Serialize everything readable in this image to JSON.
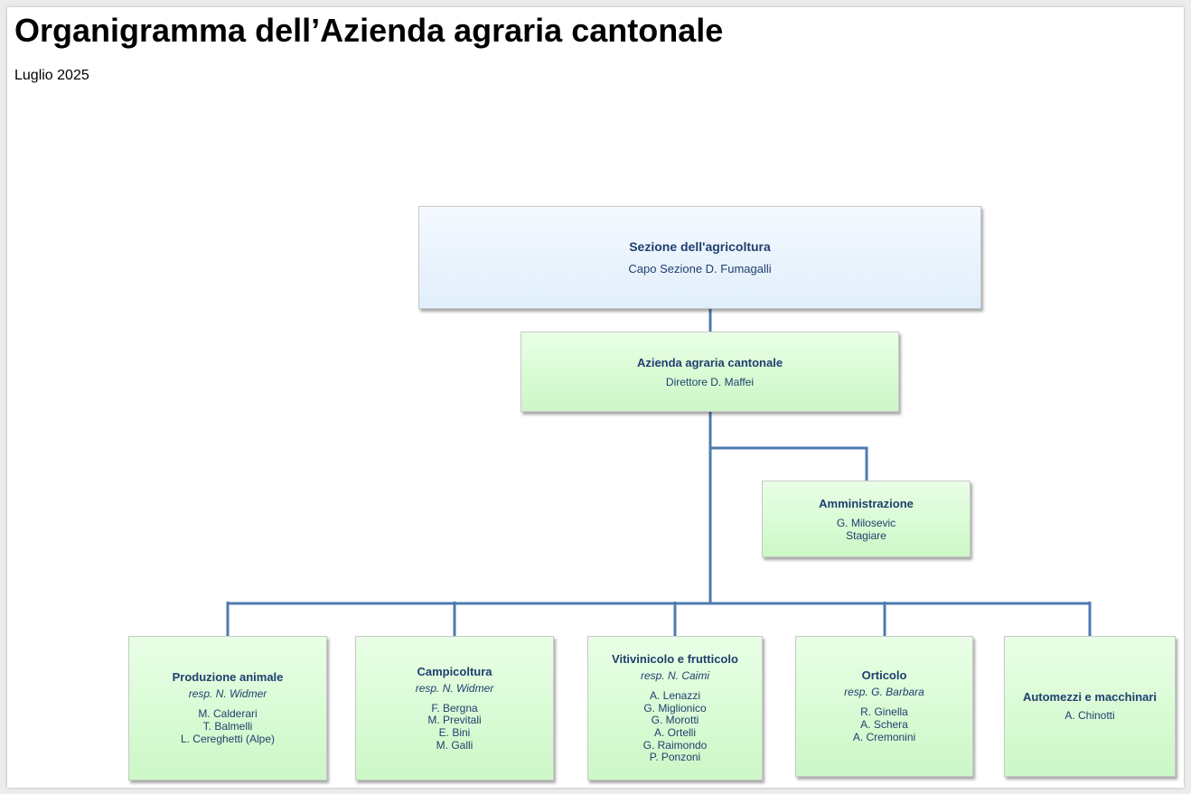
{
  "document": {
    "title": "Organigramma dell’Azienda agraria cantonale",
    "date": "Luglio 2025"
  },
  "colors": {
    "connector": "#4f7bb0",
    "text": "#1f3f6e",
    "top_box": "#e1eefb",
    "unit_box": "#d5fbd0"
  },
  "org": {
    "section": {
      "name": "Sezione dell'agricoltura",
      "head": "Capo Sezione D. Fumagalli"
    },
    "company": {
      "name": "Azienda agraria cantonale",
      "director": "Direttore D. Maffei"
    },
    "administration": {
      "name": "Amministrazione",
      "members": [
        "G. Milosevic",
        "Stagiare"
      ]
    },
    "units": [
      {
        "name": "Produzione animale",
        "resp": "resp. N. Widmer",
        "members": [
          "M. Calderari",
          "T. Balmelli",
          "L. Cereghetti (Alpe)"
        ]
      },
      {
        "name": "Campicoltura",
        "resp": "resp. N. Widmer",
        "members": [
          "F. Bergna",
          "M. Previtali",
          "E. Bini",
          "M. Galli"
        ]
      },
      {
        "name": "Vitivinicolo e frutticolo",
        "resp": "resp. N. Caimi",
        "members": [
          "A. Lenazzi",
          "G. Miglionico",
          "G. Morotti",
          "A. Ortelli",
          "G. Raimondo",
          "P. Ponzoni"
        ]
      },
      {
        "name": "Orticolo",
        "resp": "resp. G. Barbara",
        "members": [
          "R. Ginella",
          "A. Schera",
          "A. Cremonini"
        ]
      },
      {
        "name": "Automezzi e macchinari",
        "resp": "",
        "members": [
          "A. Chinotti"
        ]
      }
    ]
  }
}
